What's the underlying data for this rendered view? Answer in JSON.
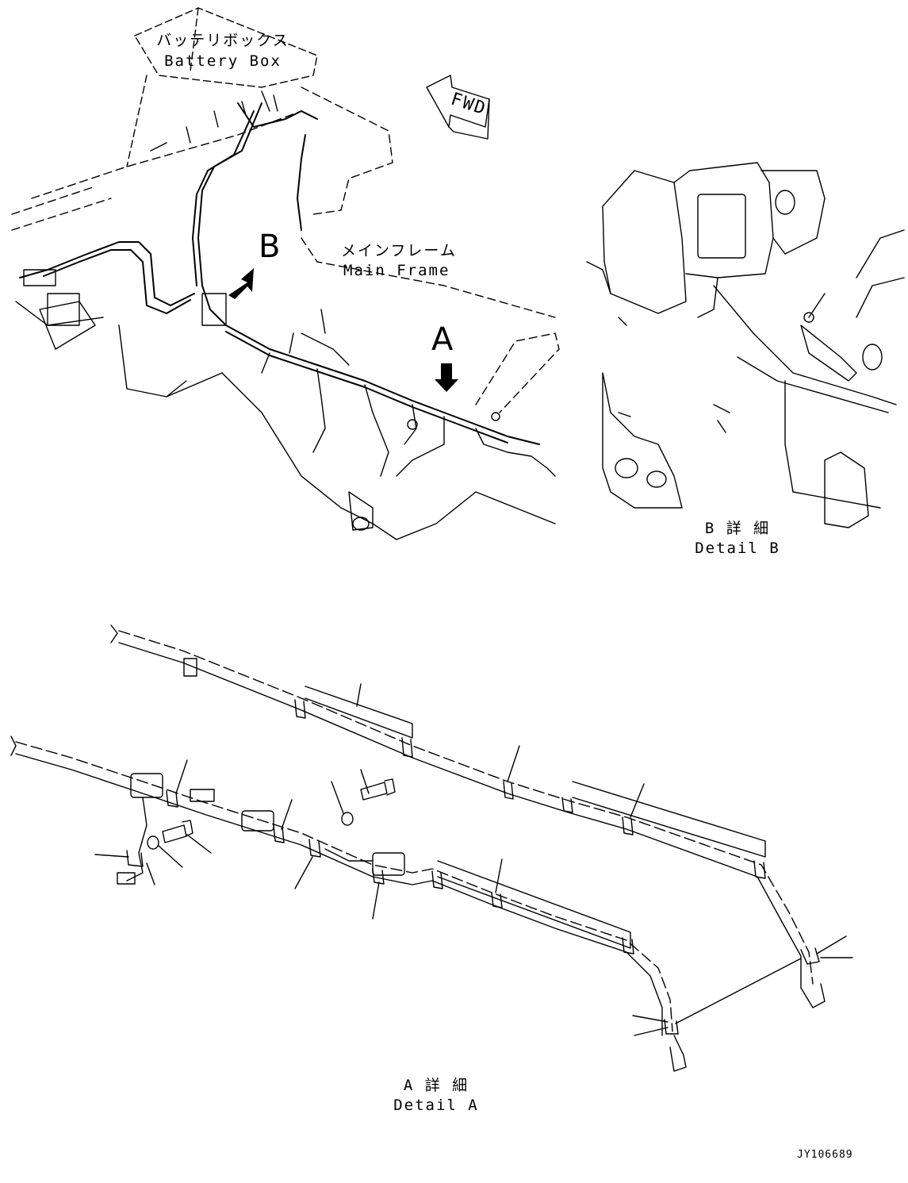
{
  "labels": {
    "battery_box_jp": "バッテリボックス",
    "battery_box_en": "Battery Box",
    "main_frame_jp": "メインフレーム",
    "main_frame_en": "Main Frame",
    "fwd": "FWD",
    "marker_a": "A",
    "marker_b": "B",
    "detail_b_jp": "B 詳 細",
    "detail_b_en": "Detail B",
    "detail_a_jp": "A 詳 細",
    "detail_a_en": "Detail A",
    "drawing_code": "JY106689"
  },
  "colors": {
    "ink": "#000000",
    "paper": "#ffffff"
  }
}
